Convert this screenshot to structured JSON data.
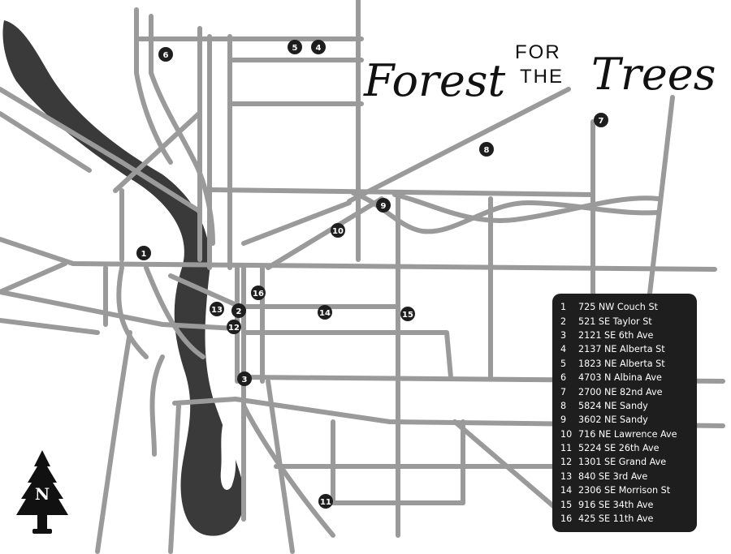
{
  "title": {
    "word1": "Forest",
    "word2": "FOR",
    "word3": "THE",
    "word4": "Trees"
  },
  "compass": {
    "label": "N",
    "icon": "pine-tree-north-icon"
  },
  "colors": {
    "road": "#9a9a9a",
    "river": "#3a3a3a",
    "marker": "#1e1e1e",
    "legend_bg": "#1e1e1e",
    "ink": "#111111"
  },
  "markers": [
    {
      "id": "1"
    },
    {
      "id": "2"
    },
    {
      "id": "3"
    },
    {
      "id": "4"
    },
    {
      "id": "5"
    },
    {
      "id": "6"
    },
    {
      "id": "7"
    },
    {
      "id": "8"
    },
    {
      "id": "9"
    },
    {
      "id": "10"
    },
    {
      "id": "11"
    },
    {
      "id": "12"
    },
    {
      "id": "13"
    },
    {
      "id": "14"
    },
    {
      "id": "15"
    },
    {
      "id": "16"
    }
  ],
  "legend": [
    {
      "num": "1",
      "address": "725 NW Couch St"
    },
    {
      "num": "2",
      "address": "521 SE Taylor St"
    },
    {
      "num": "3",
      "address": "2121 SE 6th Ave"
    },
    {
      "num": "4",
      "address": "2137 NE Alberta St"
    },
    {
      "num": "5",
      "address": "1823 NE Alberta St"
    },
    {
      "num": "6",
      "address": "4703 N Albina Ave"
    },
    {
      "num": "7",
      "address": "2700 NE 82nd Ave"
    },
    {
      "num": "8",
      "address": "5824 NE Sandy"
    },
    {
      "num": "9",
      "address": "3602 NE Sandy"
    },
    {
      "num": "10",
      "address": "716 NE Lawrence Ave"
    },
    {
      "num": "11",
      "address": "5224 SE 26th Ave"
    },
    {
      "num": "12",
      "address": "1301 SE Grand Ave"
    },
    {
      "num": "13",
      "address": "840 SE 3rd Ave"
    },
    {
      "num": "14",
      "address": "2306 SE Morrison St"
    },
    {
      "num": "15",
      "address": "916 SE 34th Ave"
    },
    {
      "num": "16",
      "address": "425 SE 11th Ave"
    }
  ]
}
